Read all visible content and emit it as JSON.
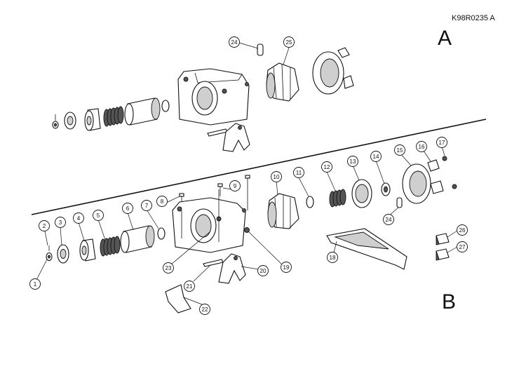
{
  "drawing": {
    "reference_code": "K98R0235  A",
    "view_a_label": "A",
    "view_b_label": "B"
  },
  "callouts": {
    "c1": "1",
    "c2": "2",
    "c3": "3",
    "c4": "4",
    "c5": "5",
    "c6": "6",
    "c7": "7",
    "c8": "8",
    "c9": "9",
    "c10": "10",
    "c11": "11",
    "c12": "12",
    "c13": "13",
    "c14": "14",
    "c15": "15",
    "c16": "16",
    "c17": "17",
    "c18": "18",
    "c19": "19",
    "c20": "20",
    "c21": "21",
    "c22": "22",
    "c23": "23",
    "c24a": "24",
    "c24b": "24",
    "c25": "25",
    "c26": "26",
    "c27": "27"
  }
}
